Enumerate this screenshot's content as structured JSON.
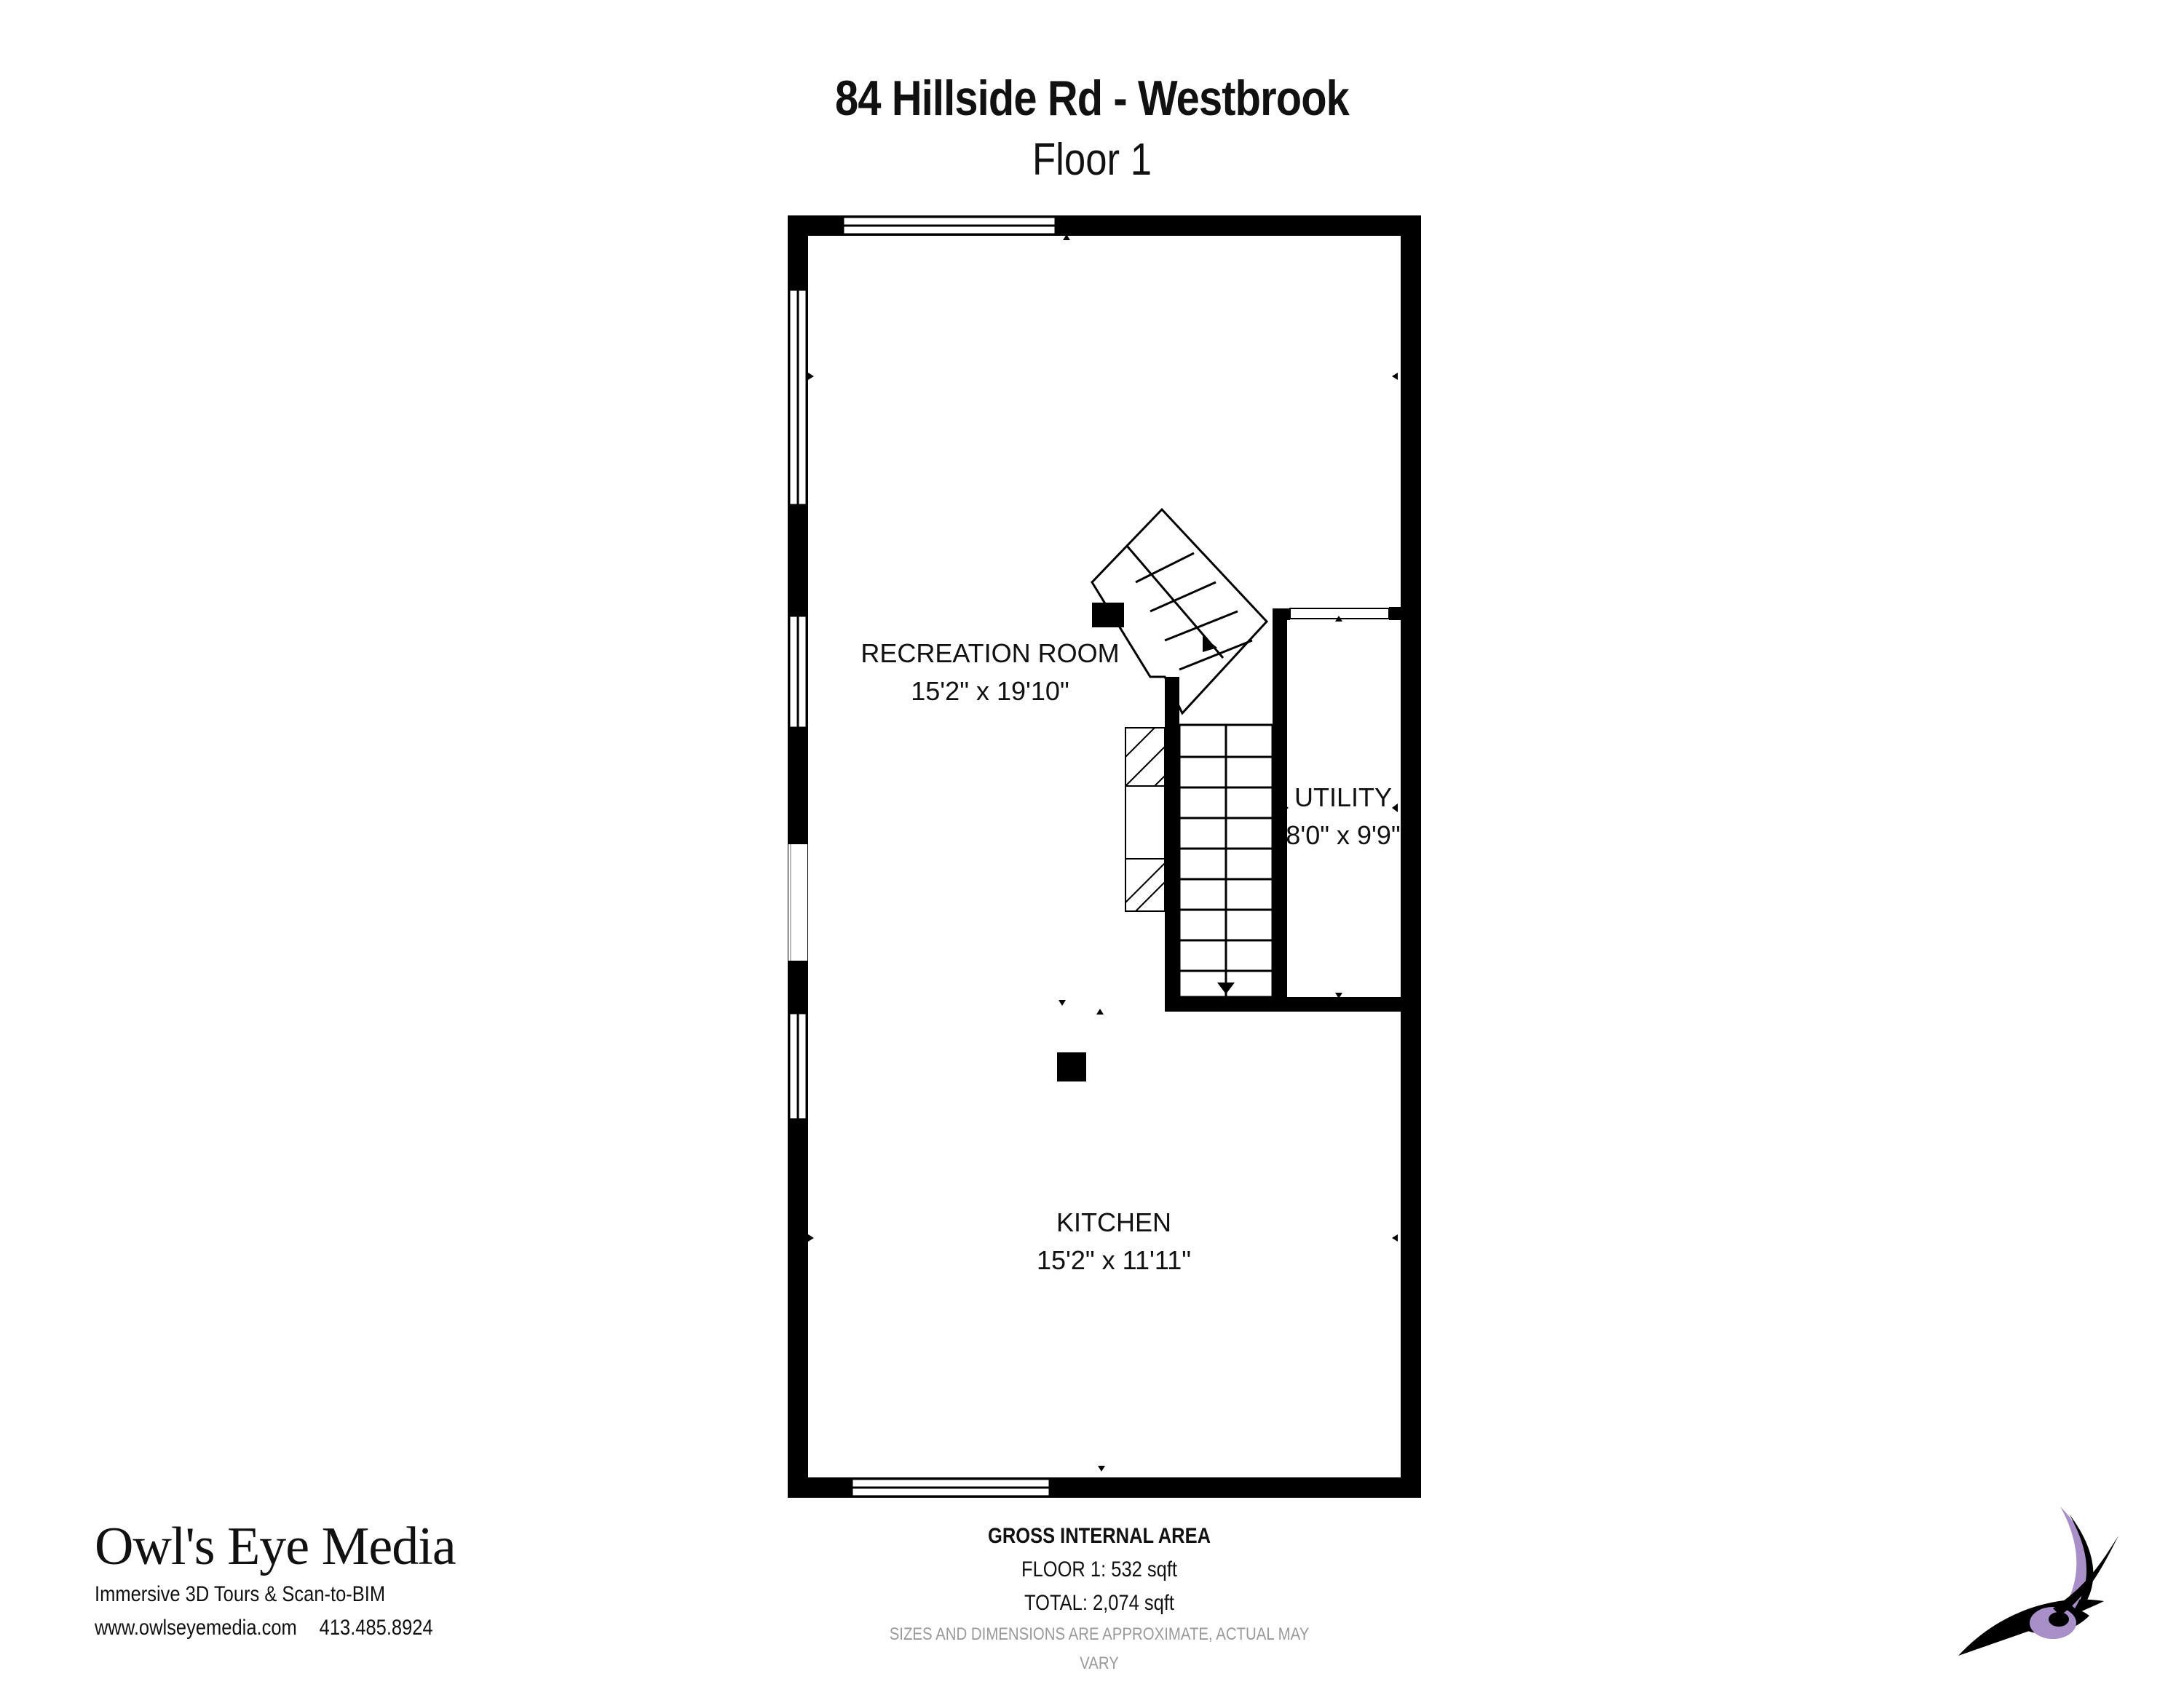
{
  "header": {
    "title": "84 Hillside Rd - Westbrook",
    "subtitle": "Floor 1"
  },
  "rooms": [
    {
      "name": "RECREATION ROOM",
      "dimensions": "15'2\" x 19'10\""
    },
    {
      "name": "UTILITY",
      "dimensions": "8'0\" x 9'9\""
    },
    {
      "name": "KITCHEN",
      "dimensions": "15'2\" x 11'11\""
    }
  ],
  "area_summary": {
    "heading": "GROSS INTERNAL AREA",
    "floor": "FLOOR 1: 532 sqft",
    "total": "TOTAL: 2,074 sqft",
    "disclaimer": "SIZES AND DIMENSIONS ARE APPROXIMATE, ACTUAL MAY VARY"
  },
  "brand": {
    "name": "Owl's Eye Media",
    "tagline": "Immersive 3D Tours & Scan-to-BIM",
    "website": "www.owlseyemedia.com",
    "phone": "413.485.8924"
  },
  "colors": {
    "wall": "#000000",
    "background": "#ffffff",
    "disclaimer": "#9a9a9a",
    "logo_accent": "#a98fc7"
  }
}
